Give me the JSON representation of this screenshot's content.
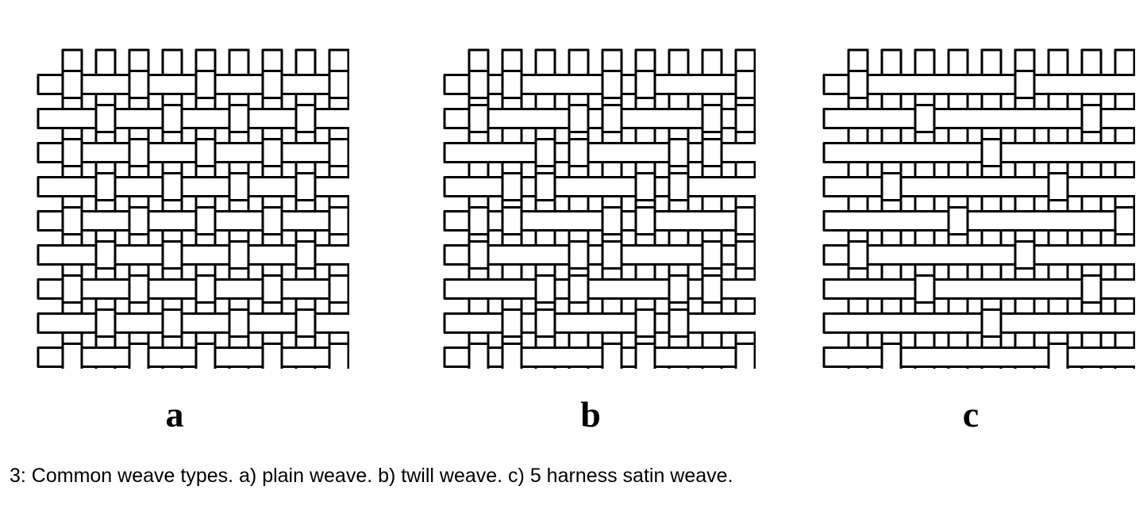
{
  "panels": [
    {
      "label": "a",
      "weave": "plain",
      "pattern": "1 over 1 under"
    },
    {
      "label": "b",
      "weave": "twill",
      "pattern": "2 over 2 under, stepped"
    },
    {
      "label": "c",
      "weave": "satin",
      "pattern": "5 harness satin"
    }
  ],
  "caption": "3: Common weave types. a) plain weave. b) twill weave. c) 5 harness satin weave.",
  "colors": {
    "stroke": "#000000",
    "fill": "#ffffff",
    "background": "#ffffff"
  }
}
